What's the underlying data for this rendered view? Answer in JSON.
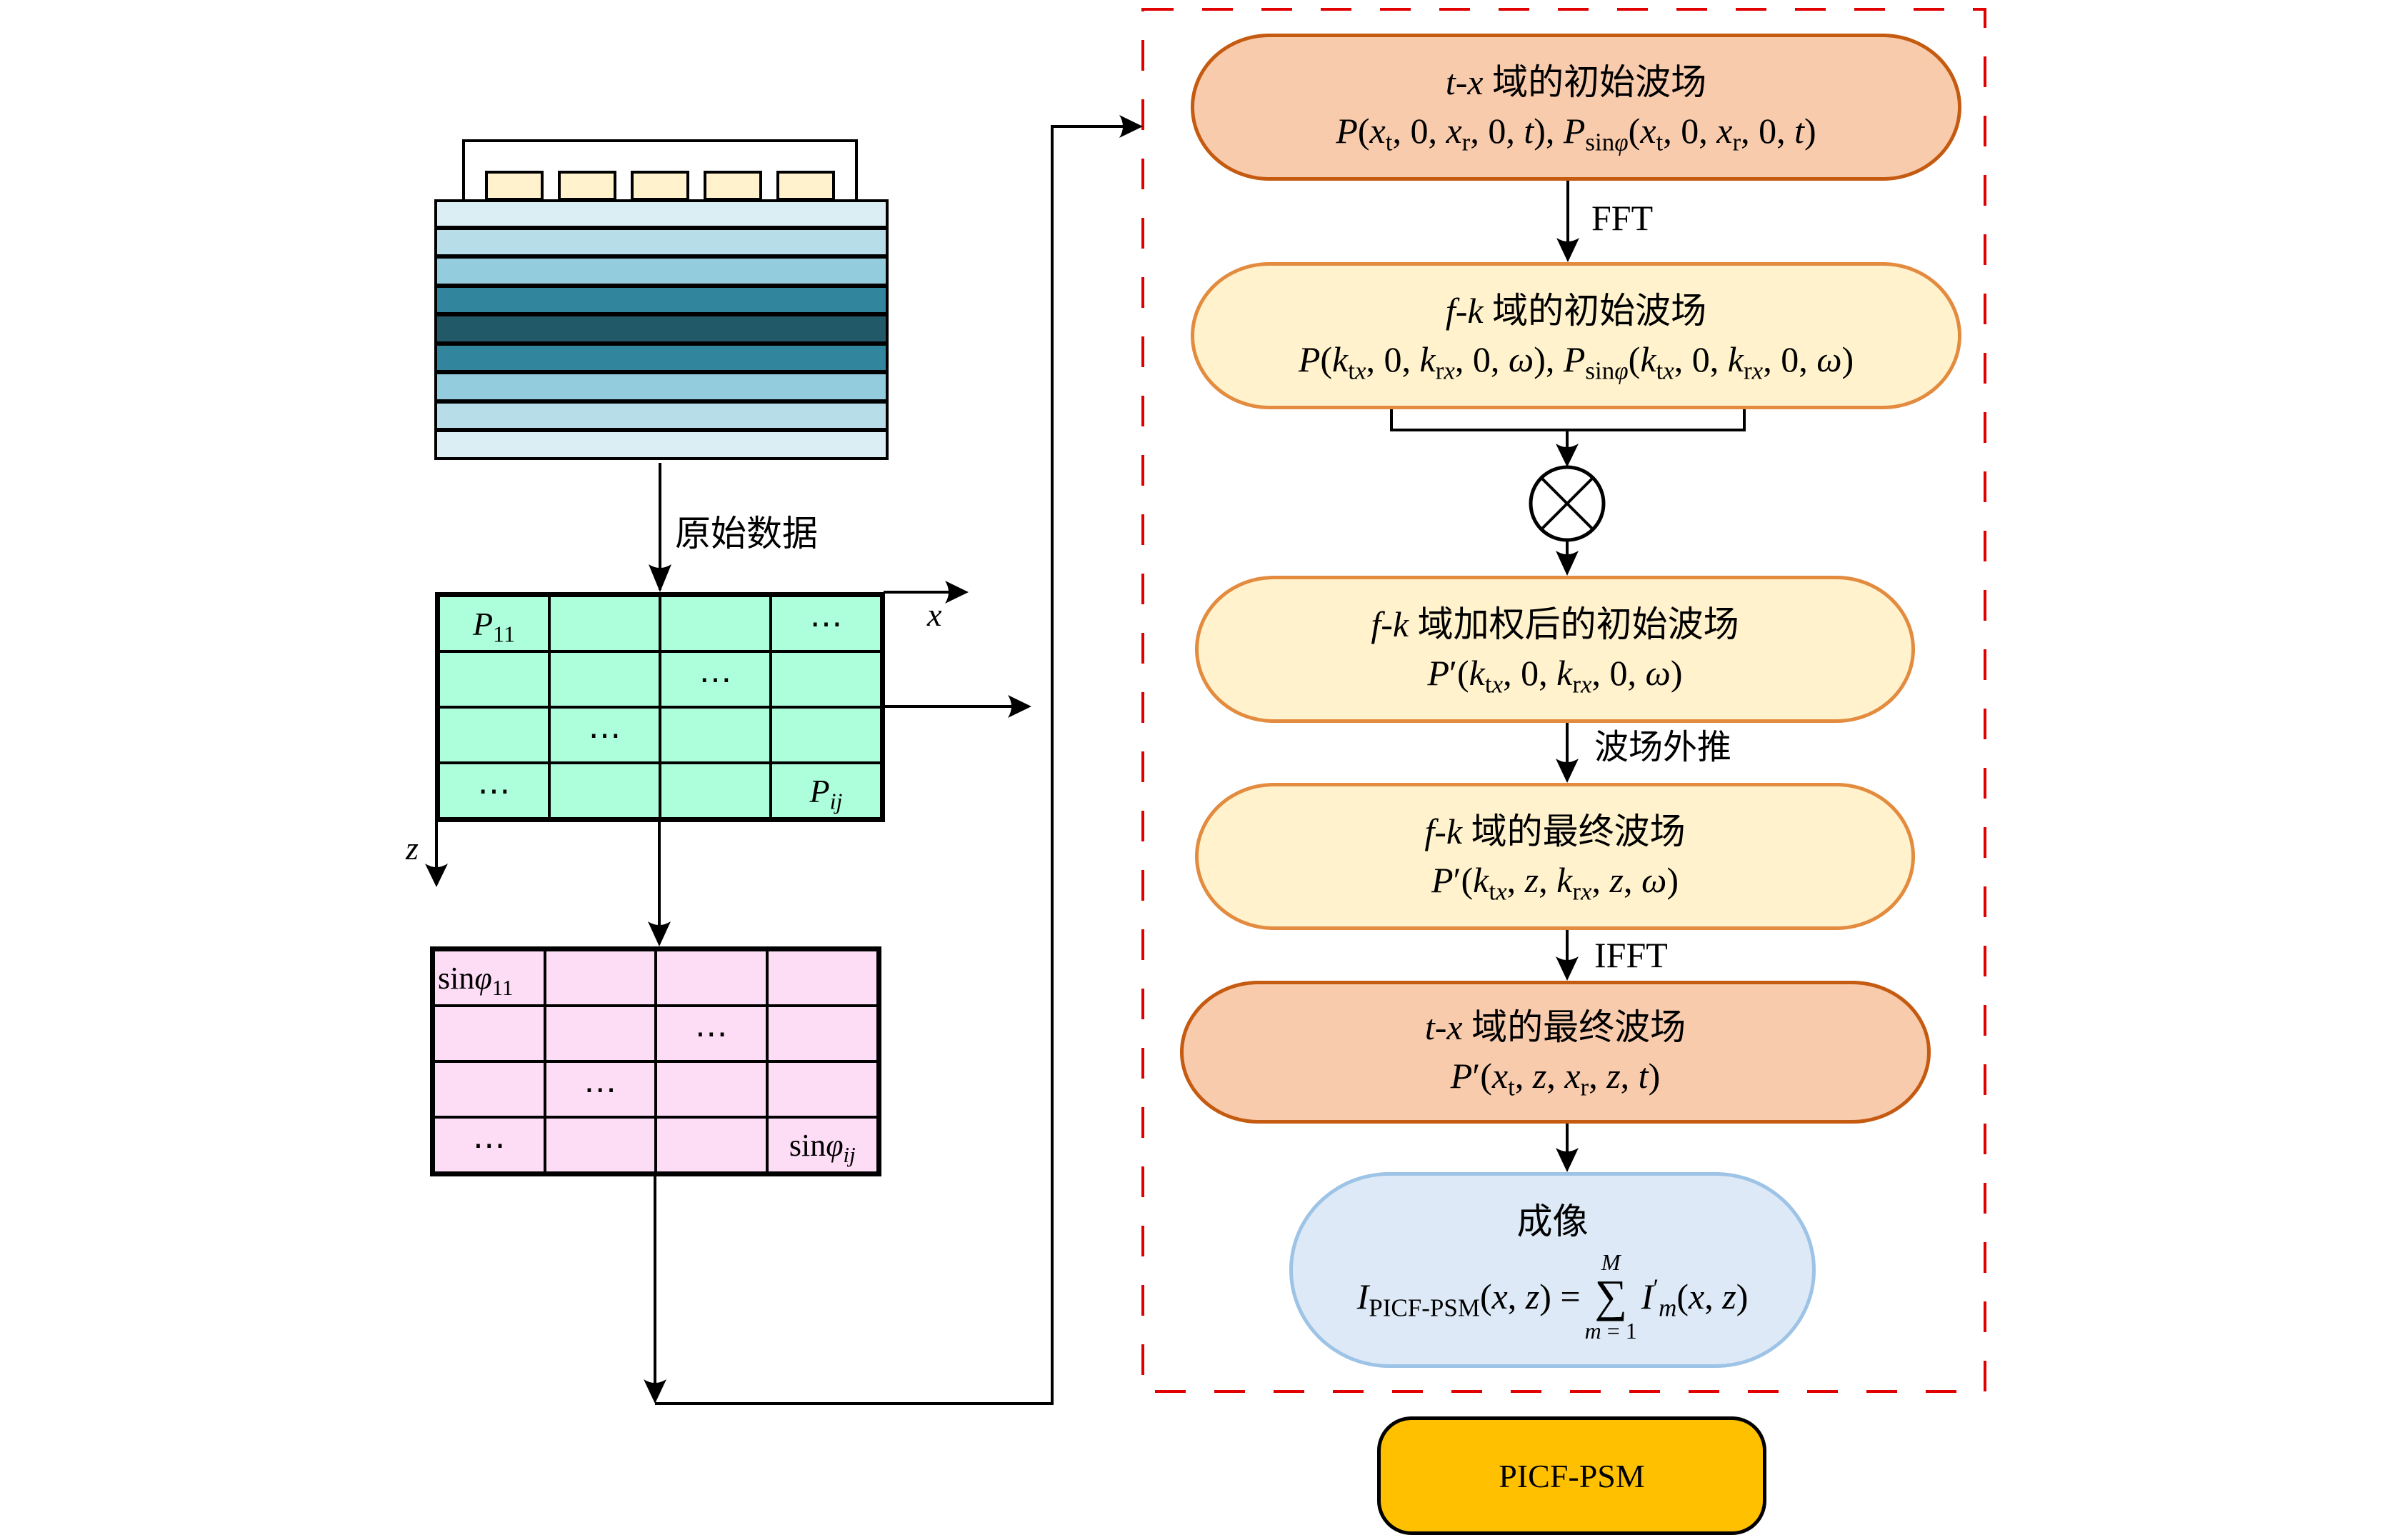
{
  "left_panel": {
    "model_layers": {
      "sensor_count": 5,
      "layer_colors": [
        "#dbeef4",
        "#b7dde8",
        "#93cddd",
        "#31859c",
        "#215968",
        "#31859c",
        "#93cddd",
        "#b7dde8",
        "#dbeef4"
      ],
      "sensor_color": "#fff2cc"
    },
    "raw_data_label": "原始数据",
    "pressure_grid": {
      "fill": "#adffdb",
      "cells": [
        [
          "P₁₁",
          "",
          "",
          "…"
        ],
        [
          "",
          "",
          "…",
          ""
        ],
        [
          "",
          "…",
          "",
          ""
        ],
        [
          "…",
          "",
          "",
          "Pᵢⱼ"
        ]
      ],
      "first_cell": {
        "base": "P",
        "sub": "11"
      },
      "last_cell": {
        "base": "P",
        "sub": "ij"
      },
      "x_axis_label": "x",
      "z_axis_label": "z"
    },
    "sin_grid": {
      "fill": "#fddcf5",
      "cells": [
        [
          "sinφ₁₁",
          "",
          "",
          ""
        ],
        [
          "",
          "",
          "…",
          ""
        ],
        [
          "",
          "…",
          "",
          ""
        ],
        [
          "…",
          "",
          "",
          "sinφᵢⱼ"
        ]
      ],
      "first_cell": {
        "prefix": "sin",
        "symbol": "φ",
        "sub": "11"
      },
      "last_cell": {
        "prefix": "sin",
        "symbol": "φ",
        "sub": "ij"
      }
    },
    "ellipsis": "⋯"
  },
  "flow": {
    "dashed_border_color": "#e00000",
    "steps": [
      {
        "id": "tx-initial",
        "title_var": "t-x",
        "title_text": " 域的初始波场",
        "formula": "P(xₜ, 0, xᵣ, 0, t), P_sinφ(xₜ, 0, xᵣ, 0, t)",
        "fill": "#f8cbad",
        "stroke": "#c55a11"
      },
      {
        "id": "fk-initial",
        "title_var": "f-k",
        "title_text": " 域的初始波场",
        "formula": "P(kₜₓ, 0, kᵣₓ, 0, ω), P_sinφ(kₜₓ, 0, kᵣₓ, 0, ω)",
        "fill": "#fff2cc",
        "stroke": "#e38b3f"
      },
      {
        "id": "fk-weighted",
        "title_var": "f-k",
        "title_text": " 域加权后的初始波场",
        "formula": "P′(kₜₓ, 0, kᵣₓ, 0, ω)",
        "fill": "#fff2cc",
        "stroke": "#e38b3f"
      },
      {
        "id": "fk-final",
        "title_var": "f-k",
        "title_text": " 域的最终波场",
        "formula": "P′(kₜₓ, z, kᵣₓ, z, ω)",
        "fill": "#fff2cc",
        "stroke": "#e38b3f"
      },
      {
        "id": "tx-final",
        "title_var": "t-x",
        "title_text": " 域的最终波场",
        "formula": "P′(xₜ, z, xᵣ, z, t)",
        "fill": "#f8cbad",
        "stroke": "#c55a11"
      },
      {
        "id": "imaging",
        "title_text": "成像",
        "formula": "I_PICF-PSM(x, z) = Σ_{m=1}^{M} I′ₘ(x, z)",
        "fill": "#dde9f6",
        "stroke": "#9dc3e6"
      }
    ],
    "edge_labels": {
      "fft": "FFT",
      "extrapolation": "波场外推",
      "ifft": "IFFT"
    },
    "multiply_symbol": "⊗"
  },
  "method_badge": {
    "label": "PICF-PSM",
    "fill": "#ffc000"
  }
}
